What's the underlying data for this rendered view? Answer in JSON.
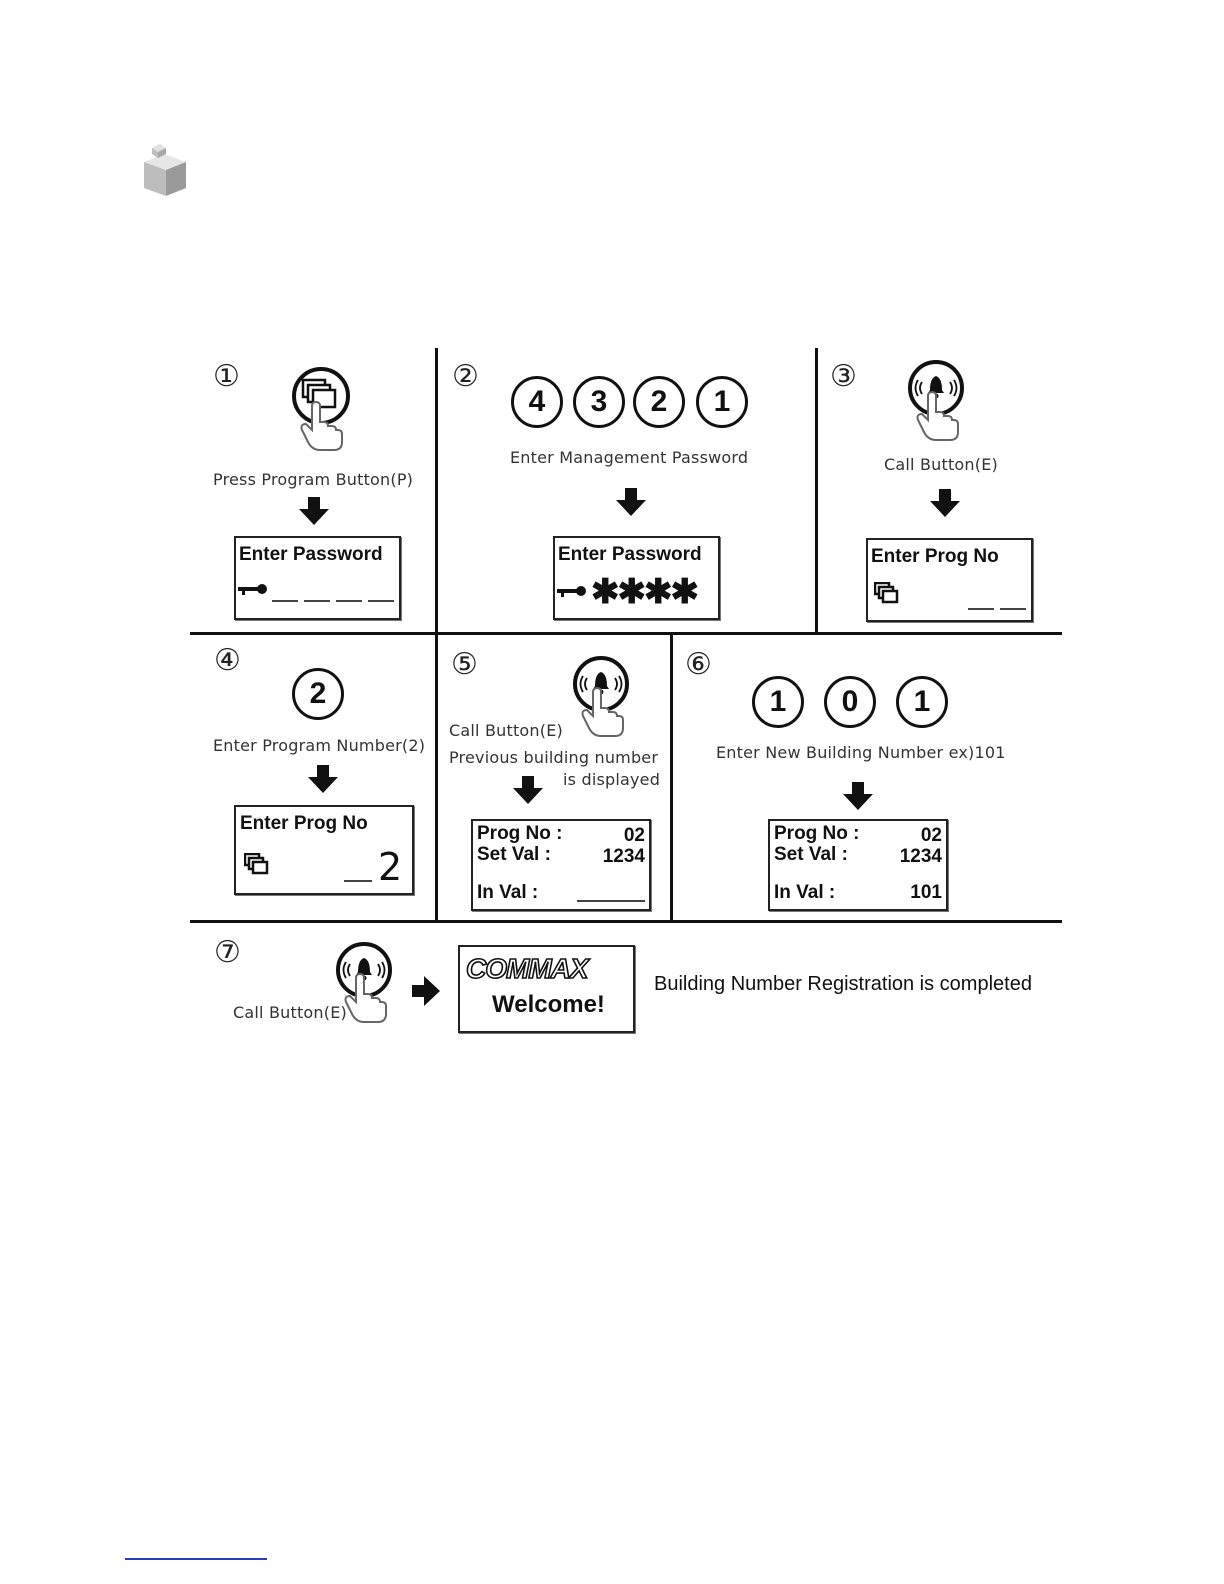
{
  "steps": {
    "s1": {
      "num": "①",
      "caption": "Press Program Button(P)",
      "lcd_title": "Enter Password"
    },
    "s2": {
      "num": "②",
      "digits": [
        "4",
        "3",
        "2",
        "1"
      ],
      "caption": "Enter Management Password",
      "lcd_title": "Enter Password",
      "lcd_value": "✱✱✱✱"
    },
    "s3": {
      "num": "③",
      "caption": "Call Button(E)",
      "lcd_title": "Enter Prog No"
    },
    "s4": {
      "num": "④",
      "digit": "2",
      "caption": "Enter Program Number(2)",
      "lcd_title": "Enter Prog No",
      "lcd_value": "2"
    },
    "s5": {
      "num": "⑤",
      "caption1": "Call Button(E)",
      "caption2": "Previous building number",
      "caption3": "is displayed",
      "lcd_prog_label": "Prog No :",
      "lcd_prog_value": "02",
      "lcd_set_label": "Set  Val  :",
      "lcd_set_value": "1234",
      "lcd_in_label": "In Val :"
    },
    "s6": {
      "num": "⑥",
      "digits": [
        "1",
        "0",
        "1"
      ],
      "caption": "Enter New Building Number ex)101",
      "lcd_prog_label": "Prog No :",
      "lcd_prog_value": "02",
      "lcd_set_label": "Set  Val  :",
      "lcd_set_value": "1234",
      "lcd_in_label": "In Val :",
      "lcd_in_value": "101"
    },
    "s7": {
      "num": "⑦",
      "caption": "Call Button(E)",
      "lcd_brand": "COMMAX",
      "lcd_welcome": "Welcome!",
      "result": "Building Number Registration is completed"
    }
  }
}
